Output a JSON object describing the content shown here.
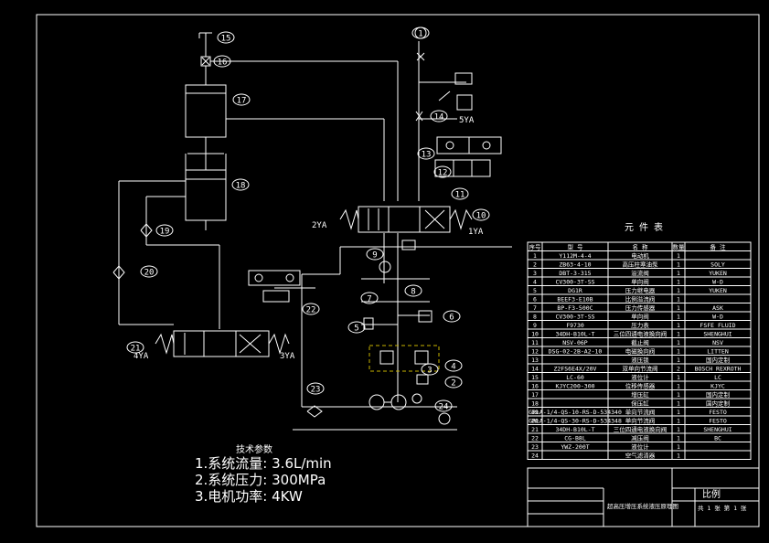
{
  "table": {
    "title": "元 件 表",
    "headers": [
      "序号",
      "型 号",
      "名 称",
      "数量",
      "备 注"
    ],
    "rows": [
      {
        "no": "1",
        "model": "Y112M-4-4",
        "name": "电动机",
        "qty": "1",
        "note": ""
      },
      {
        "no": "2",
        "model": "ZB63-4-10",
        "name": "高压柱塞油泵",
        "qty": "1",
        "note": "SOLY"
      },
      {
        "no": "3",
        "model": "DBT-3-315",
        "name": "溢流阀",
        "qty": "1",
        "note": "YUKEN"
      },
      {
        "no": "4",
        "model": "CV300-3T-SS",
        "name": "单向阀",
        "qty": "1",
        "note": "W-D"
      },
      {
        "no": "5",
        "model": "DG1R",
        "name": "压力继电器",
        "qty": "1",
        "note": "YUKEN"
      },
      {
        "no": "6",
        "model": "BEEF3-E10B",
        "name": "比例溢流阀",
        "qty": "1",
        "note": ""
      },
      {
        "no": "7",
        "model": "BP-F3-500C",
        "name": "压力传感器",
        "qty": "1",
        "note": "ASK"
      },
      {
        "no": "8",
        "model": "CV300-3T-SS",
        "name": "单向阀",
        "qty": "1",
        "note": "W-D"
      },
      {
        "no": "9",
        "model": "F9730",
        "name": "压力表",
        "qty": "1",
        "note": "FSFE FLUID"
      },
      {
        "no": "10",
        "model": "34DH-B10L-T",
        "name": "三位四通电液换向阀",
        "qty": "1",
        "note": "SHENGHUI"
      },
      {
        "no": "11",
        "model": "NSV-06P",
        "name": "截止阀",
        "qty": "1",
        "note": "NSV"
      },
      {
        "no": "12",
        "model": "DSG-02-2B-A2-10",
        "name": "电磁换向阀",
        "qty": "1",
        "note": "LITTEN"
      },
      {
        "no": "13",
        "model": "",
        "name": "液压锁",
        "qty": "1",
        "note": "国内定制"
      },
      {
        "no": "14",
        "model": "Z2FS6E4X/20V",
        "name": "双单向节流阀",
        "qty": "2",
        "note": "BOSCH REXROTH"
      },
      {
        "no": "15",
        "model": "LC-60",
        "name": "液位计",
        "qty": "1",
        "note": "LC"
      },
      {
        "no": "16",
        "model": "KJYC200-300",
        "name": "位移传感器",
        "qty": "1",
        "note": "KJYC"
      },
      {
        "no": "17",
        "model": "",
        "name": "增压缸",
        "qty": "1",
        "note": "国内定制"
      },
      {
        "no": "18",
        "model": "",
        "name": "保压缸",
        "qty": "1",
        "note": "国内定制"
      },
      {
        "no": "19",
        "model": "GRLA-1/4-QS-10-RS-D-534340",
        "name": "单向节流阀",
        "qty": "1",
        "note": "FESTO"
      },
      {
        "no": "20",
        "model": "GRLA-1/4-QS-30-RS-D-534348",
        "name": "单向节流阀",
        "qty": "1",
        "note": "FESTO"
      },
      {
        "no": "21",
        "model": "34DH-B10L-T",
        "name": "三位四通电液换向阀",
        "qty": "1",
        "note": "SHENGHUI"
      },
      {
        "no": "22",
        "model": "CG-B8L",
        "name": "减压阀",
        "qty": "1",
        "note": "BC"
      },
      {
        "no": "23",
        "model": "YWZ-200T",
        "name": "液位计",
        "qty": "1",
        "note": ""
      },
      {
        "no": "24",
        "model": "",
        "name": "空气滤清器",
        "qty": "1",
        "note": ""
      }
    ]
  },
  "tech": {
    "title": "技术参数",
    "lines": [
      "1.系统流量: 3.6L/min",
      "2.系统压力: 300MPa",
      "3.电机功率: 4KW"
    ]
  },
  "title_block": {
    "drawing_name": "超高压增压系统液压原理图",
    "scale_label": "比例",
    "sheet_info": "共 1 张 第 1 张"
  },
  "labels": {
    "solenoids": [
      "2YA",
      "1YA",
      "5YA",
      "4YA",
      "3YA"
    ],
    "components": [
      "1",
      "2",
      "3",
      "4",
      "5",
      "6",
      "7",
      "8",
      "9",
      "10",
      "11",
      "12",
      "13",
      "14",
      "15",
      "16",
      "17",
      "18",
      "19",
      "20",
      "21",
      "22",
      "23",
      "24"
    ]
  }
}
